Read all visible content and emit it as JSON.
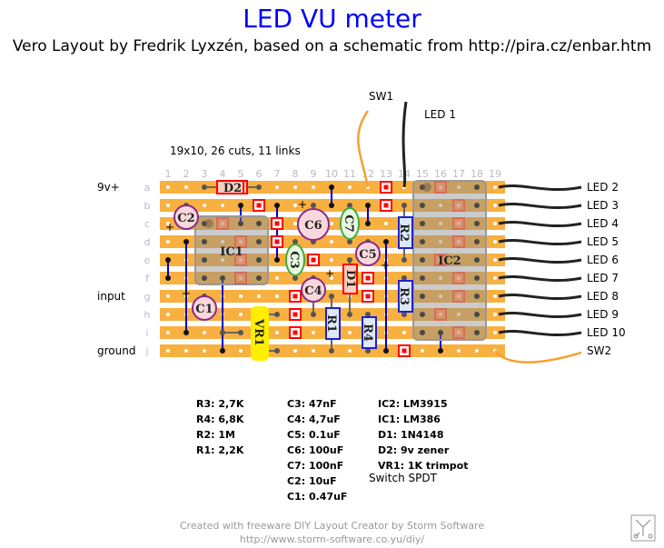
{
  "header": {
    "title": "LED VU meter",
    "subtitle": "Vero Layout by Fredrik Lyxzén, based on a schematic from http://pira.cz/enbar.htm"
  },
  "board": {
    "info": "19x10, 26 cuts, 11 links",
    "columns": [
      "1",
      "2",
      "3",
      "4",
      "5",
      "6",
      "7",
      "8",
      "9",
      "10",
      "11",
      "12",
      "13",
      "14",
      "15",
      "16",
      "17",
      "18",
      "19"
    ],
    "rows": [
      "a",
      "b",
      "c",
      "d",
      "e",
      "f",
      "g",
      "h",
      "i",
      "j"
    ],
    "left_labels": {
      "vplus": "9v+",
      "input": "input",
      "ground": "ground"
    },
    "right_labels": [
      "LED 2",
      "LED 3",
      "LED 4",
      "LED 5",
      "LED 6",
      "LED 7",
      "LED 8",
      "LED 9",
      "LED 10",
      "SW2"
    ],
    "top_labels": {
      "sw1": "SW1",
      "led1": "LED 1"
    },
    "components": {
      "D2": "D2",
      "C2": "C2",
      "IC1": "IC1",
      "C6": "C6",
      "C7": "C7",
      "C3": "C3",
      "C5": "C5",
      "D1": "D1",
      "C4": "C4",
      "C1": "C1",
      "VR1": "VR1",
      "R1": "R1",
      "R4": "R4",
      "R2": "R2",
      "R3": "R3",
      "IC2": "IC2"
    },
    "colors": {
      "strip": "#f8b040",
      "cut": "#ff0000",
      "link": "#0000cc",
      "resistor": "#2020cc",
      "cap_electrolytic": "#8a2a8a",
      "cap_film": "#44aa44",
      "trimpot": "#ffee00",
      "ic": "#a0a0a0"
    }
  },
  "bom": {
    "col1": [
      "R3: 2,7K",
      "R4: 6,8K",
      "R2: 1M",
      "R1: 2,2K"
    ],
    "col2": [
      "C3: 47nF",
      "C4: 4,7uF",
      "C5: 0.1uF",
      "C6: 100uF",
      "C7: 100nF",
      "C2: 10uF",
      "C1: 0.47uF"
    ],
    "col3": [
      "IC2: LM3915",
      "IC1: LM386",
      "D1: 1N4148",
      "D2: 9v zener",
      "VR1: 1K trimpot"
    ],
    "switch": "Switch SPDT"
  },
  "footer": {
    "line1": "Created with freeware DIY Layout Creator by Storm Software",
    "line2": "http://www.storm-software.co.yu/diy/"
  }
}
